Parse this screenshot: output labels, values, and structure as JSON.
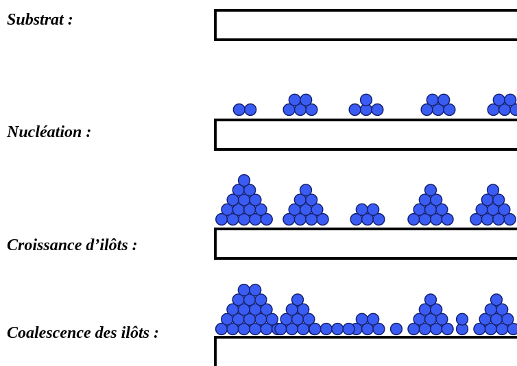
{
  "colors": {
    "atom_fill": "#3a5cf2",
    "atom_stroke": "#14206e",
    "substrate_stroke": "#000000",
    "substrate_fill": "#ffffff",
    "label_color": "#000000"
  },
  "stages": [
    {
      "id": "substrat",
      "label": "Substrat :"
    },
    {
      "id": "nucleation",
      "label": "Nucléation :"
    },
    {
      "id": "croissance",
      "label": "Croissance d’ilôts :"
    },
    {
      "id": "coalescence",
      "label": "Coalescence des ilôts :"
    }
  ]
}
